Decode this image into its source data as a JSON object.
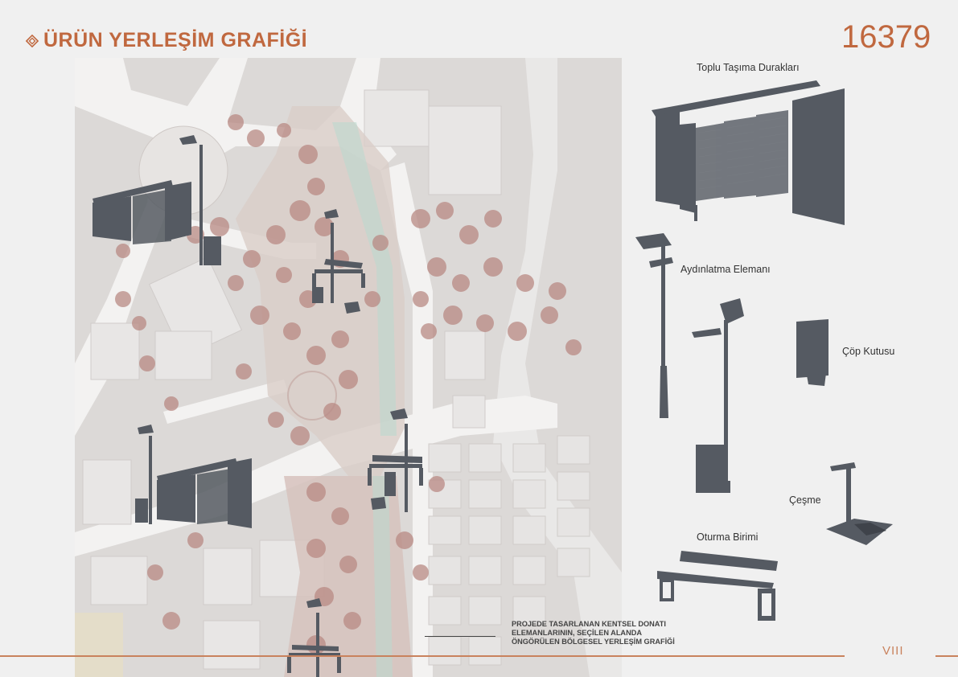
{
  "header": {
    "title": "ÜRÜN YERLEŞİM GRAFİĞİ",
    "code": "16379"
  },
  "products": [
    {
      "name": "Toplu Taşıma Durakları"
    },
    {
      "name": "Aydınlatma Elemanı"
    },
    {
      "name": "Çöp Kutusu"
    },
    {
      "name": "Çeşme"
    },
    {
      "name": "Oturma Birimi"
    }
  ],
  "caption": {
    "lines": [
      "PROJEDE TASARLANAN KENTSEL DONATI",
      "ELEMANLARININ,  SEÇİLEN ALANDA",
      "ÖNGÖRÜLEN BÖLGESEL YERLEŞİM GRAFİĞİ"
    ]
  },
  "footer": {
    "page": "VIII"
  },
  "colors": {
    "accent": "#c0683f",
    "furniture": "#555a62",
    "tree": "#b98a84",
    "map_bg": "#dcd9d7"
  }
}
